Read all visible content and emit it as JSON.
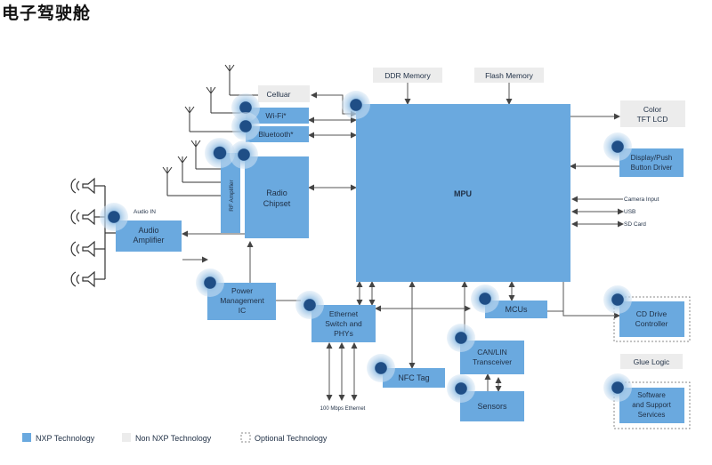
{
  "title": "电子驾驶舱",
  "blocks": {
    "mpu": "MPU",
    "ddr": "DDR Memory",
    "flash": "Flash Memory",
    "cellular": "Celluar",
    "wifi": "Wi-Fi*",
    "bluetooth": "Bluetooth*",
    "rf_amp": "RF Amplifier",
    "radio_1": "Radio",
    "radio_2": "Chipset",
    "audio_1": "Audio",
    "audio_2": "Amplifier",
    "audio_in": "Audio IN",
    "pmic_1": "Power",
    "pmic_2": "Management",
    "pmic_3": "IC",
    "eth_1": "Ethernet",
    "eth_2": "Switch and",
    "eth_3": "PHYs",
    "eth_label": "100 Mbps Ethernet",
    "nfc": "NFC Tag",
    "can_1": "CAN/LIN",
    "can_2": "Transceiver",
    "sensors": "Sensors",
    "mcus": "MCUs",
    "color_1": "Color",
    "color_2": "TFT LCD",
    "display_1": "Display/Push",
    "display_2": "Button Driver",
    "camera": "Camera Input",
    "usb": "USB",
    "sd": "SD Card",
    "cd_1": "CD Drive",
    "cd_2": "Controller",
    "glue": "Glue Logic",
    "sw_1": "Software",
    "sw_2": "and Support",
    "sw_3": "Services"
  },
  "legend": {
    "nxp": "NXP Technology",
    "non_nxp": "Non NXP Technology",
    "optional": "Optional Technology"
  },
  "colors": {
    "nxp": "#6aa9df",
    "non_nxp": "#ececec",
    "marker": "#1f4e86"
  }
}
